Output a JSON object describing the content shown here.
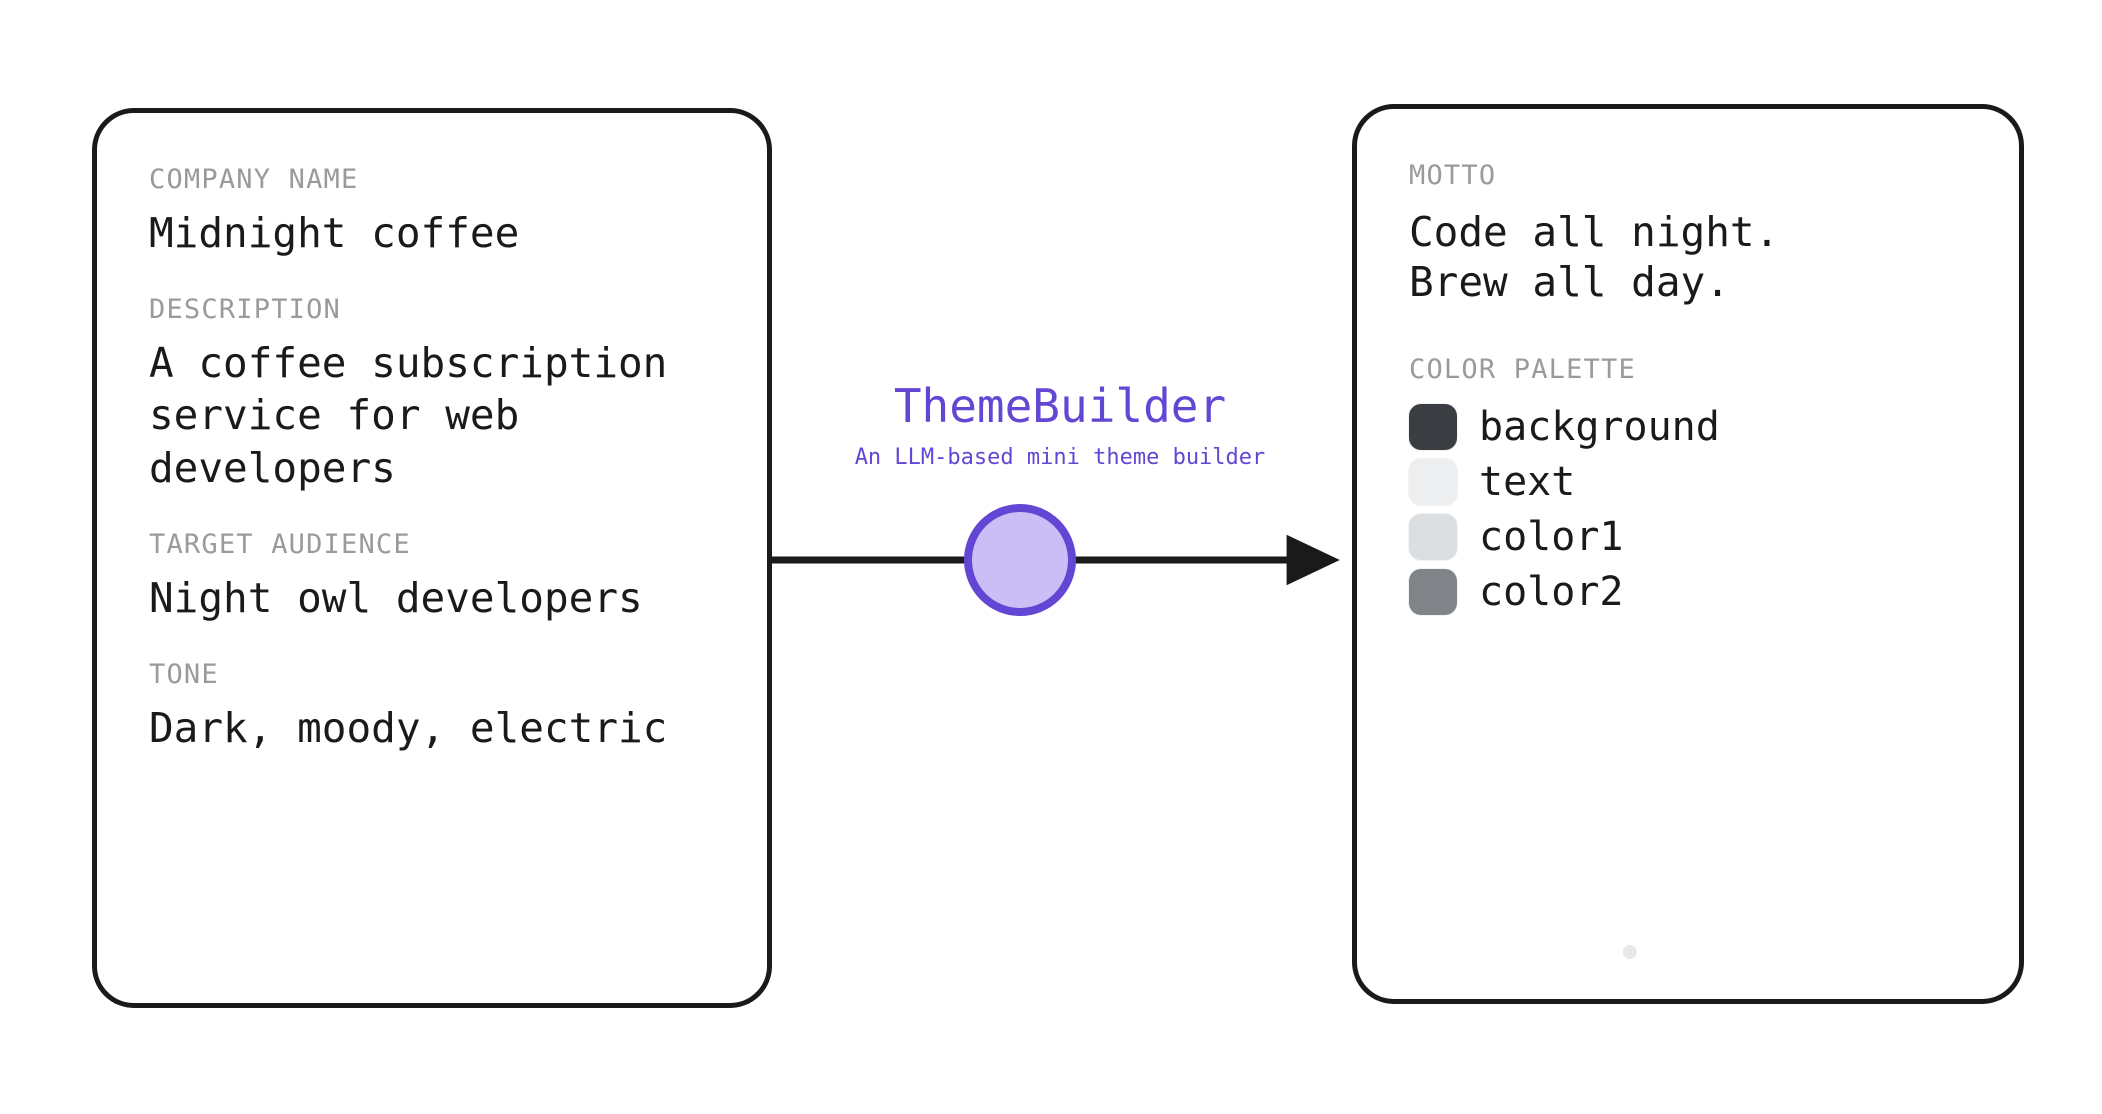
{
  "app": {
    "title": "ThemeBuilder",
    "subtitle": "An LLM-based mini theme builder",
    "accent_color": "#6347d4",
    "node_fill_color": "#c9bef5",
    "label_color": "#9a9a9a",
    "text_color": "#1a1a1a",
    "background_color": "#ffffff"
  },
  "input_card": {
    "fields": [
      {
        "label": "COMPANY NAME",
        "value": "Midnight coffee"
      },
      {
        "label": "DESCRIPTION",
        "value": "A coffee subscription\nservice for web\ndevelopers"
      },
      {
        "label": "TARGET AUDIENCE",
        "value": "Night owl developers"
      },
      {
        "label": "TONE",
        "value": "Dark, moody, electric"
      }
    ]
  },
  "output_card": {
    "motto_label": "MOTTO",
    "motto_value": "Code all night.\nBrew all day.",
    "palette_label": "COLOR PALETTE",
    "palette": [
      {
        "name": "background",
        "color": "#3a3d42"
      },
      {
        "name": "text",
        "color": "#eceef0"
      },
      {
        "name": "color1",
        "color": "#dcdfe1"
      },
      {
        "name": "color2",
        "color": "#808488"
      }
    ]
  },
  "flow": {
    "arrow_color": "#1a1a1a",
    "node_icon": "process-node-circle"
  }
}
